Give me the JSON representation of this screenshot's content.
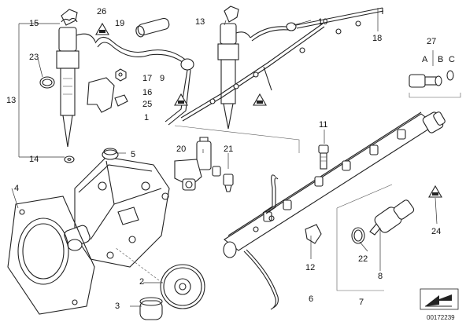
{
  "callouts": {
    "c1": "1",
    "c2": "2",
    "c3": "3",
    "c4": "4",
    "c5": "5",
    "c6": "6",
    "c7": "7",
    "c8": "8",
    "c9": "9",
    "c10": "10",
    "c11": "11",
    "c12": "12",
    "c13a": "13",
    "c13b": "13",
    "c14": "14",
    "c15": "15",
    "c16": "16",
    "c17": "17",
    "c18": "18",
    "c19": "19",
    "c20": "20",
    "c21": "21",
    "c22": "22",
    "c23": "23",
    "c24": "24",
    "c25": "25",
    "c26": "26",
    "c27": "27",
    "cA": "A",
    "cB": "B",
    "cC": "C"
  },
  "drawing_code": "00172239"
}
